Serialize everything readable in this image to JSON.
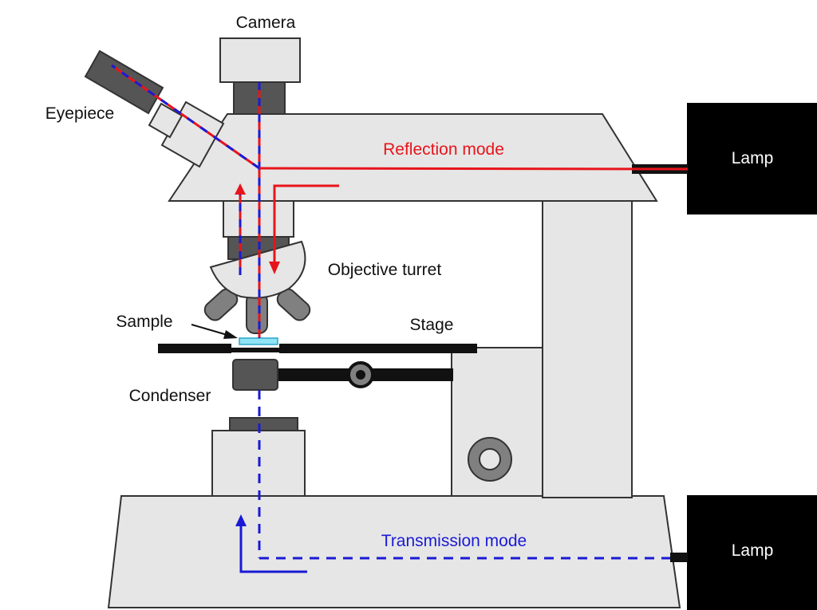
{
  "labels": {
    "camera": "Camera",
    "eyepiece": "Eyepiece",
    "reflection_mode": "Reflection mode",
    "objective_turret": "Objective turret",
    "sample": "Sample",
    "stage": "Stage",
    "condenser": "Condenser",
    "transmission_mode": "Transmission mode",
    "lamp_top": "Lamp",
    "lamp_bottom": "Lamp"
  },
  "colors": {
    "reflection": "#e8141b",
    "transmission": "#1a1ad6",
    "body": "#e6e6e6",
    "outline": "#333333",
    "dark_part": "#555555",
    "lamp": "#000000",
    "sample": "#8fe3f5"
  }
}
